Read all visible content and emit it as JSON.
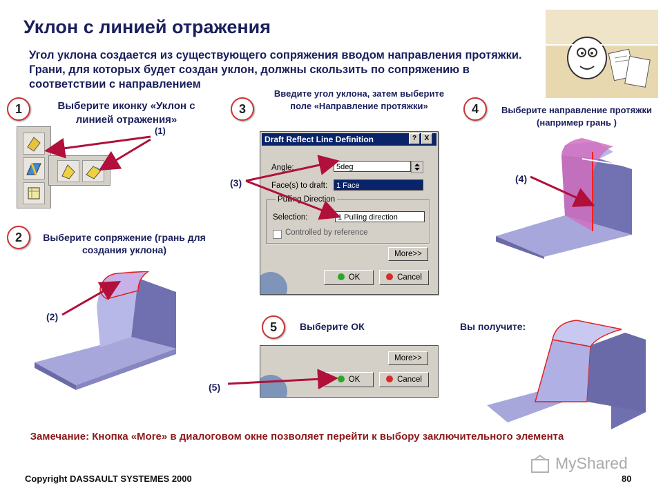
{
  "title": "Уклон с линией отражения",
  "intro": "Угол уклона создается из существующего сопряжения вводом направления протяжки. Грани, для которых будет создан уклон, должны скользить по сопряжению в соответствии с направлением",
  "steps": [
    {
      "num": "1",
      "text": "Выберите иконку «Уклон с линией отражения»",
      "callout": "(1)"
    },
    {
      "num": "2",
      "text": "Выберите сопряжение (грань для создания уклона)",
      "callout": "(2)"
    },
    {
      "num": "3",
      "text": "Введите угол уклона, затем выберите поле «Направление протяжки»",
      "callout": "(3)"
    },
    {
      "num": "4",
      "text": "Выберите направление протяжки (например грань )",
      "callout": "(4)"
    },
    {
      "num": "5",
      "text": "Выберите ОК",
      "callout": "(5)"
    }
  ],
  "result_label": "Вы получите:",
  "dialog": {
    "title": "Draft Reflect Line Definition",
    "help_btn": "?",
    "close_btn": "X",
    "angle_label": "Angle:",
    "angle_value": "5deg",
    "faces_label": "Face(s) to draft:",
    "faces_value": "1 Face",
    "group_label": "Pulling Direction",
    "selection_label": "Selection:",
    "selection_value": "1 Pulling direction",
    "controlled_label": "Controlled by reference",
    "more_btn": "More>>",
    "ok_btn": "OK",
    "cancel_btn": "Cancel"
  },
  "note": "Замечание: Кнопка «More» в диалоговом окне позволяет перейти к выбору заключительного элемента",
  "footer": {
    "copyright": "Copyright DASSAULT SYSTEMES 2000",
    "page": "80",
    "watermark": "MyShared"
  },
  "colors": {
    "title": "#1a1f5c",
    "arrow": "#b0103a",
    "note": "#8b1a1a",
    "face": "#9a9ad0",
    "edge": "#e02020"
  }
}
